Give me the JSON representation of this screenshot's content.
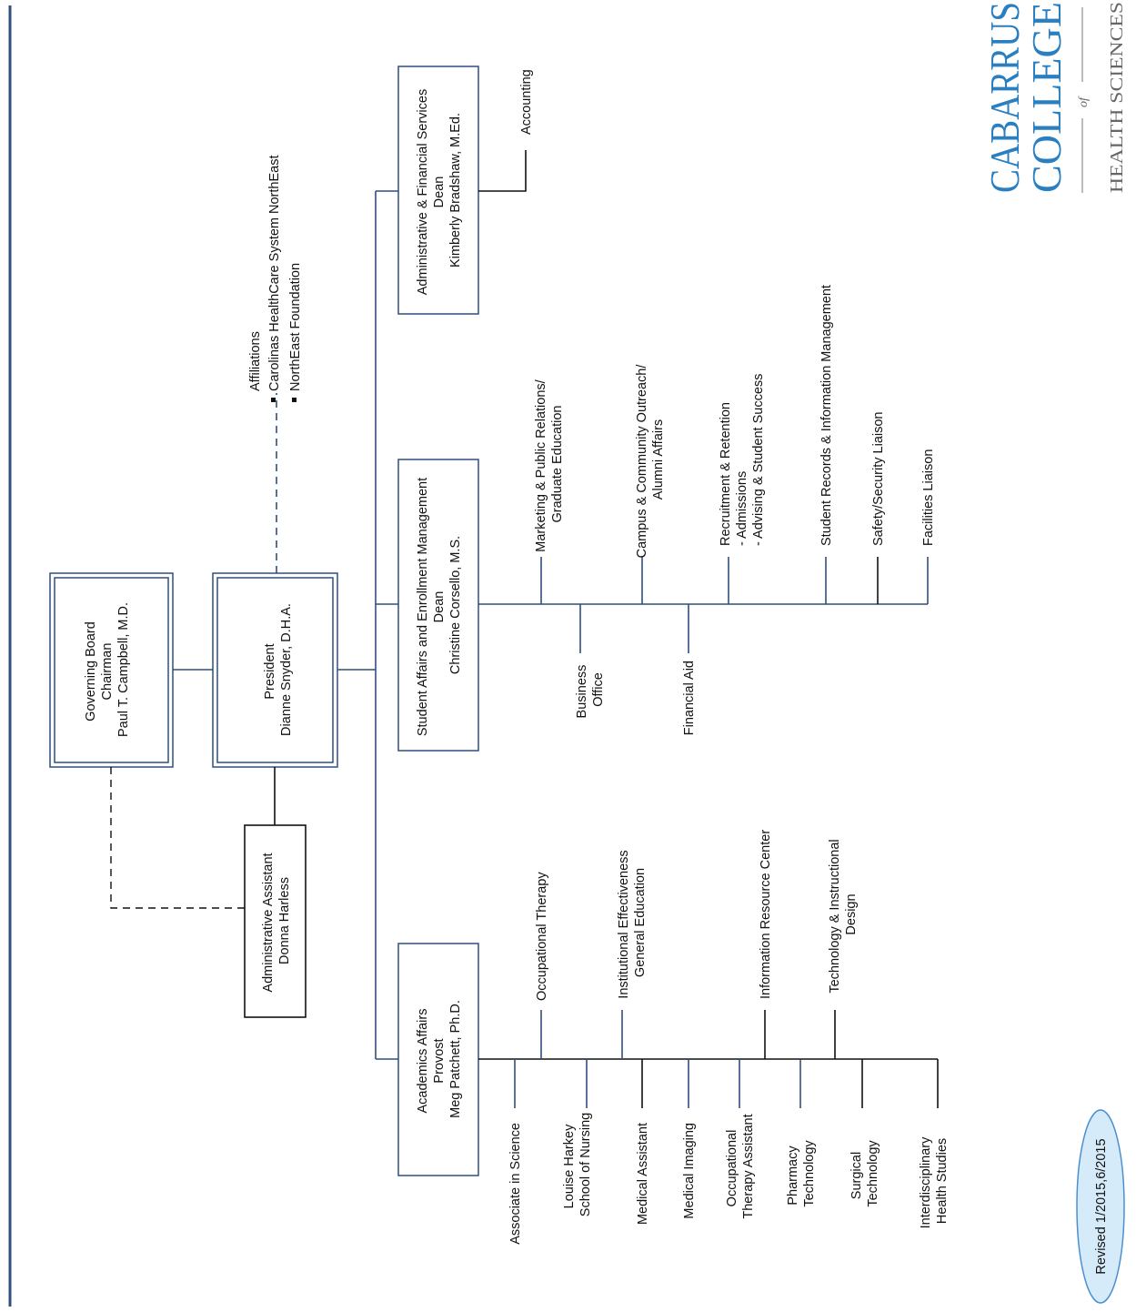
{
  "colors": {
    "line_blue": "#2f4f7f",
    "logo_blue": "#2a7fc1",
    "revised_fill": "#d6ebf9"
  },
  "logo": {
    "line1": "CABARRUS",
    "line2": "COLLEGE",
    "of": "of",
    "line3": "HEALTH SCIENCES"
  },
  "revised": "Revised 1/2015,6/2015",
  "boxes": {
    "governing_board": [
      "Governing Board",
      "Chairman",
      "Paul T. Campbell, M.D."
    ],
    "president": [
      "President",
      "Dianne Snyder, D.H.A."
    ],
    "admin_assistant": [
      "Administrative Assistant",
      "Donna Harless"
    ],
    "academic_affairs": [
      "Academics  Affairs",
      "Provost",
      "Meg Patchett, Ph.D."
    ],
    "student_affairs": [
      "Student Affairs and Enrollment Management",
      "Dean",
      "Christine Corsello, M.S."
    ],
    "admin_financial": [
      "Administrative & Financial Services",
      "Dean",
      "Kimberly Bradshaw, M.Ed."
    ]
  },
  "affiliations": {
    "title": "Affiliations",
    "items": [
      "Carolinas HealthCare System NorthEast",
      "NorthEast Foundation"
    ]
  },
  "academic_units_below": [
    [
      "Associate in Science"
    ],
    [
      "Louise Harkey",
      "School of Nursing"
    ],
    [
      "Medical Assistant"
    ],
    [
      "Medical Imaging"
    ],
    [
      "Occupational",
      "Therapy Assistant"
    ],
    [
      "Pharmacy",
      "Technology"
    ],
    [
      "Surgical",
      "Technology"
    ],
    [
      "Interdisciplinary",
      "Health Studies"
    ]
  ],
  "academic_units_above": [
    [
      "Occupational Therapy"
    ],
    [
      "Institutional Effectiveness",
      "General Education"
    ],
    [
      "Information Resource Center"
    ],
    [
      "Technology & Instructional",
      "Design"
    ]
  ],
  "student_units_above": [
    [
      "Marketing & Public Relations/",
      "Graduate Education"
    ],
    [
      "Campus & Community Outreach/",
      "Alumni Affairs"
    ],
    [
      "Recruitment & Retention",
      "  - Admissions",
      "  - Advising & Student Success"
    ],
    [
      "Student Records & Information Management"
    ],
    [
      "Safety/Security Liaison"
    ],
    [
      "Facilities Liaison"
    ]
  ],
  "student_units_below": [
    [
      "Business",
      "Office"
    ],
    [
      "Financial Aid"
    ]
  ],
  "admin_units": [
    [
      "Accounting"
    ]
  ]
}
